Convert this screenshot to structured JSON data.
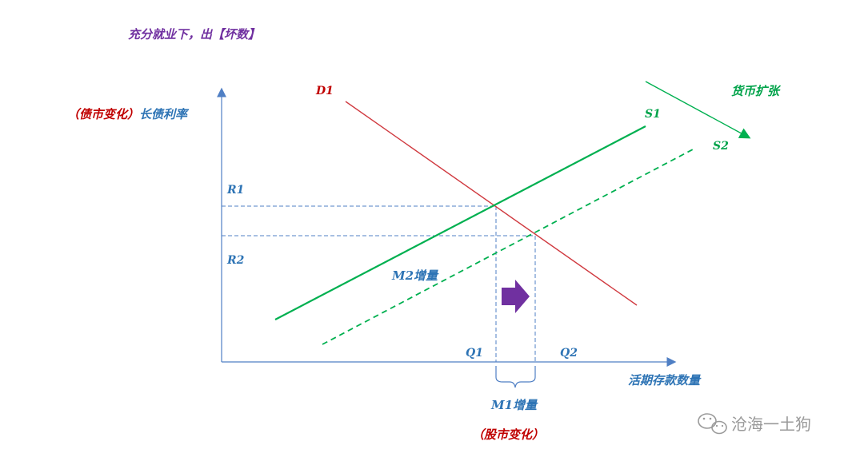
{
  "title": "充分就业下，出【坏数】",
  "y_axis": {
    "label_prefix": "（债市变化）",
    "label_main": "长债利率"
  },
  "x_axis": {
    "label": "活期存款数量"
  },
  "curves": {
    "demand": "D1",
    "supply_1": "S1",
    "supply_2": "S2"
  },
  "rates": {
    "r1": "R1",
    "r2": "R2"
  },
  "quantities": {
    "q1": "Q1",
    "q2": "Q2"
  },
  "annotations": {
    "monetary_expansion": "货币扩张",
    "m2_increase": "M2增量",
    "m1_increase": "M1增量",
    "stock_market": "（股市变化）"
  },
  "watermark": {
    "text": "沧海一土狗"
  },
  "colors": {
    "title": "#7030a0",
    "axis": "#4f7fc4",
    "blue_text": "#2e74b5",
    "red": "#c00000",
    "red_line": "#d0393f",
    "green": "#00b050",
    "green_text": "#00a34a",
    "purple": "#7030a0",
    "guide": "#4f7fc4",
    "watermark": "#9a9a9a"
  }
}
